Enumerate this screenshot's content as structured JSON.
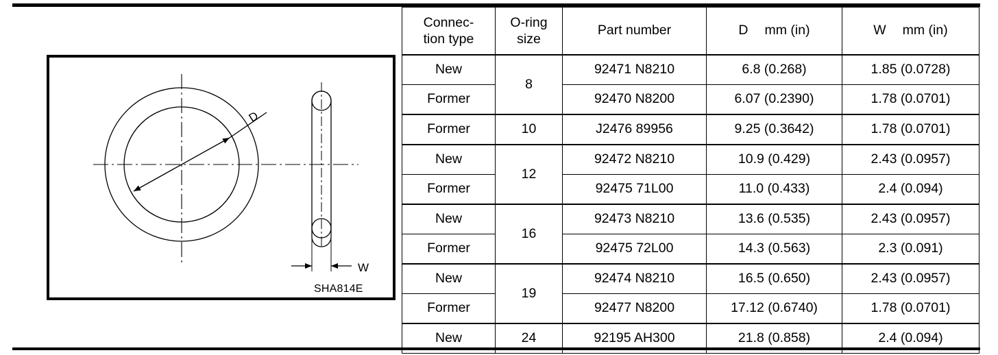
{
  "figure": {
    "label": "SHA814E",
    "dim_d": "D",
    "dim_w": "W"
  },
  "table": {
    "headers": {
      "connection_type": "Connec-\ntion type",
      "oring_size": "O-ring\nsize",
      "part_number": "Part number",
      "d_symbol": "D",
      "d_unit": "mm (in)",
      "w_symbol": "W",
      "w_unit": "mm (in)"
    },
    "rows": [
      {
        "type": "New",
        "size": "8",
        "part": "92471 N8210",
        "d": "6.8 (0.268)",
        "w": "1.85 (0.0728)"
      },
      {
        "type": "Former",
        "size": "8",
        "part": "92470 N8200",
        "d": "6.07 (0.2390)",
        "w": "1.78 (0.0701)"
      },
      {
        "type": "Former",
        "size": "10",
        "part": "J2476 89956",
        "d": "9.25 (0.3642)",
        "w": "1.78 (0.0701)"
      },
      {
        "type": "New",
        "size": "12",
        "part": "92472 N8210",
        "d": "10.9 (0.429)",
        "w": "2.43 (0.0957)"
      },
      {
        "type": "Former",
        "size": "12",
        "part": "92475 71L00",
        "d": "11.0 (0.433)",
        "w": "2.4 (0.094)"
      },
      {
        "type": "New",
        "size": "16",
        "part": "92473 N8210",
        "d": "13.6 (0.535)",
        "w": "2.43 (0.0957)"
      },
      {
        "type": "Former",
        "size": "16",
        "part": "92475 72L00",
        "d": "14.3 (0.563)",
        "w": "2.3 (0.091)"
      },
      {
        "type": "New",
        "size": "19",
        "part": "92474 N8210",
        "d": "16.5 (0.650)",
        "w": "2.43 (0.0957)"
      },
      {
        "type": "Former",
        "size": "19",
        "part": "92477 N8200",
        "d": "17.12 (0.6740)",
        "w": "1.78 (0.0701)"
      },
      {
        "type": "New",
        "size": "24",
        "part": "92195 AH300",
        "d": "21.8 (0.858)",
        "w": "2.4 (0.094)"
      }
    ]
  }
}
